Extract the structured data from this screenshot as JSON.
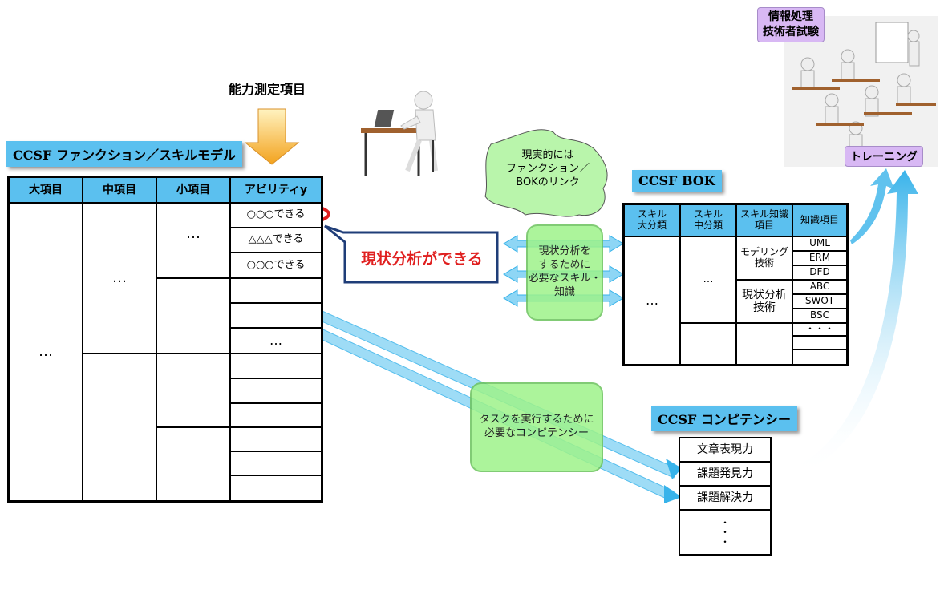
{
  "measure_label": "能力測定項目",
  "model_title": "CCSF  ファンクション／スキルモデル",
  "model_headers": [
    "大項目",
    "中項目",
    "小項目",
    "アビリティy"
  ],
  "model_abilities": [
    "○○○できる",
    "△△△できる",
    "○○○できる"
  ],
  "ellipsis": "…",
  "callout_text": "現状分析ができる",
  "cloud_text": "現実的には\nファンクション／\nBOKのリンク",
  "bok_bubble": "現状分析を\nするために\n必要なスキル・\n知識",
  "competency_bubble": "タスクを実行するために\n必要なコンピテンシー",
  "bok_title": "CCSF   BOK",
  "bok_headers": [
    "スキル\n大分類",
    "スキル\n中分類",
    "スキル知識\n項目",
    "知識項目"
  ],
  "bok_skill_items": [
    "モデリング\n技術",
    "現状分析\n技術"
  ],
  "bok_knowledge_items": [
    "UML",
    "ERM",
    "DFD",
    "ABC",
    "SWOT",
    "BSC",
    "・・・"
  ],
  "competency_title": "CCSF  コンピテンシー",
  "competency_items": [
    "文章表現力",
    "課題発見力",
    "課題解決力"
  ],
  "competency_more": "・\n・\n・",
  "exam_label": "情報処理\n技術者試験",
  "training_label": "トレーニング",
  "colors": {
    "header_blue": "#5bc0ef",
    "bubble_green": "#9ef38a",
    "callout_red": "#e02020",
    "label_purple": "#d8b8f4"
  }
}
